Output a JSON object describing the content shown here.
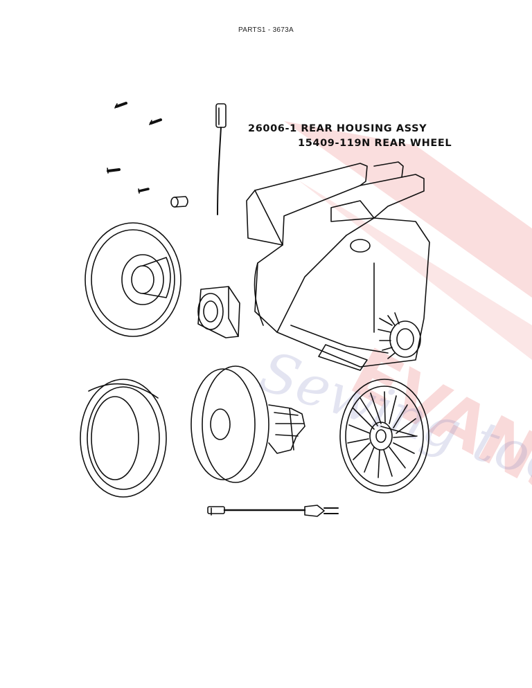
{
  "header": {
    "title": "PARTS1 - 3673A"
  },
  "labels": [
    {
      "text": "26006-1 REAR HOUSING ASSY"
    },
    {
      "text": "15409-119N REAR WHEEL"
    }
  ],
  "watermark": {
    "brand_text": "EVANS",
    "script_text": "Sewing tools",
    "brand_color": "#e55a5a",
    "script_color": "#6a6fb5"
  }
}
